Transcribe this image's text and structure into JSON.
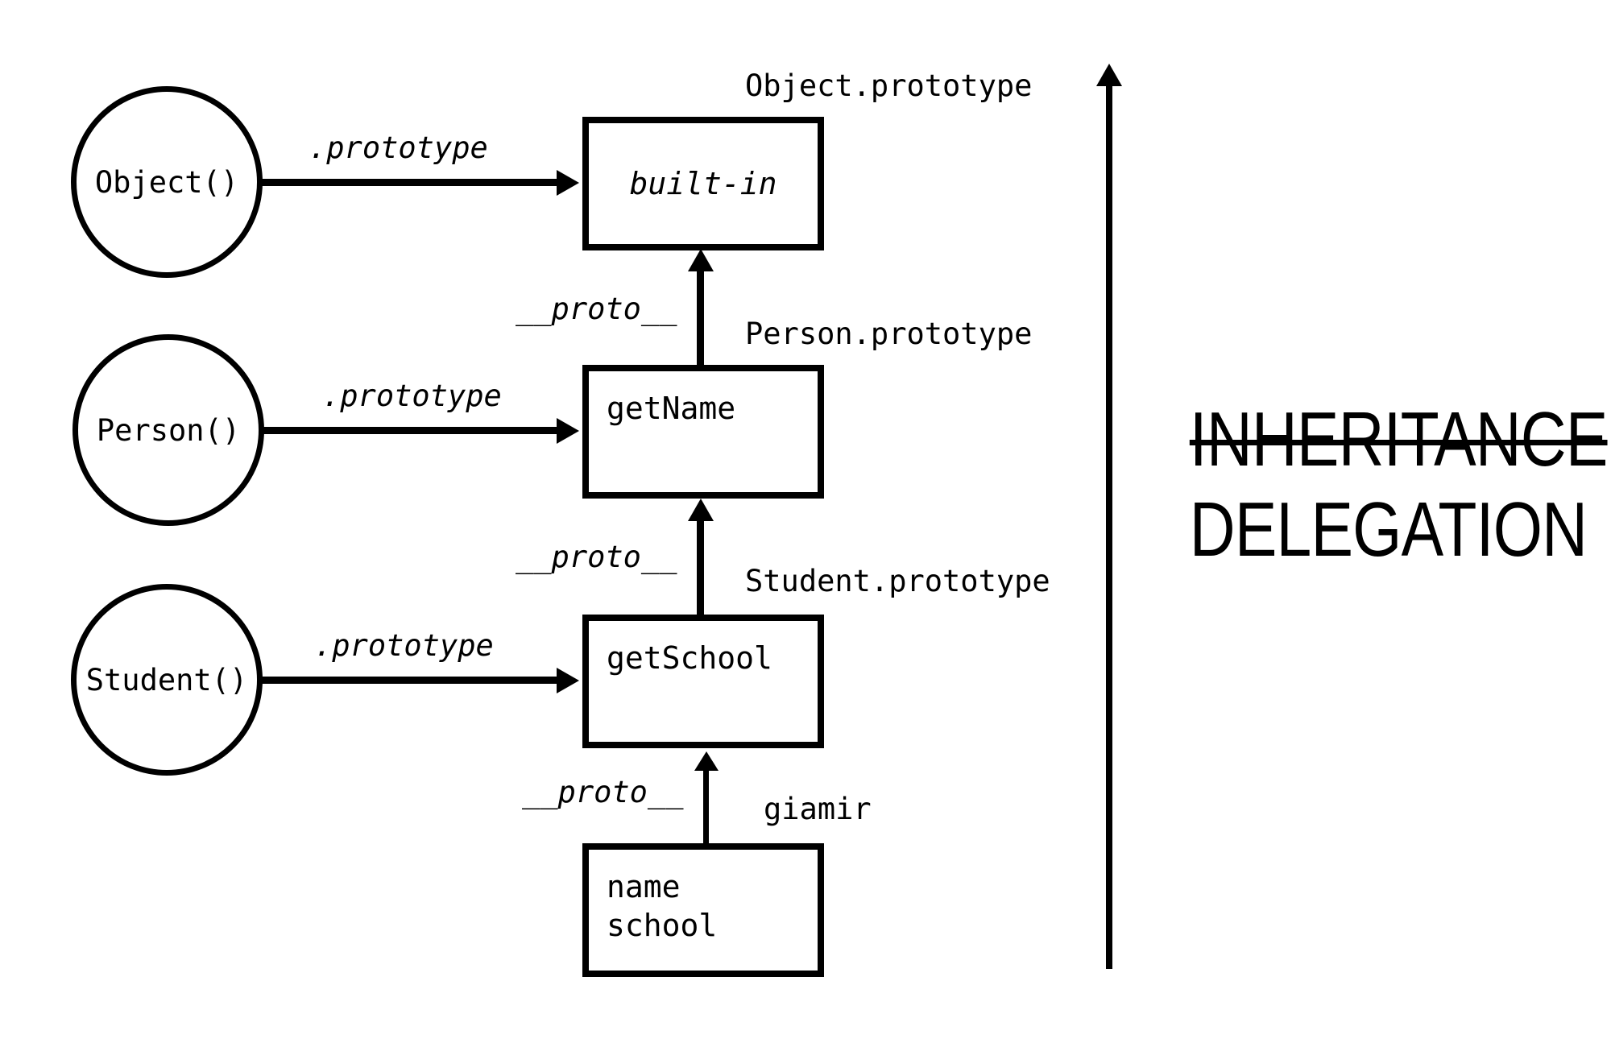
{
  "diagram": {
    "title": "JavaScript prototype chain delegation diagram",
    "background_color": "#ffffff",
    "stroke_color": "#000000"
  },
  "constructors": [
    {
      "id": "object-constructor",
      "label": "Object()"
    },
    {
      "id": "person-constructor",
      "label": "Person()"
    },
    {
      "id": "student-constructor",
      "label": "Student()"
    }
  ],
  "prototype_boxes": [
    {
      "id": "object-prototype-box",
      "caption": "Object.prototype",
      "lines": "built-in",
      "style": "italic-centered"
    },
    {
      "id": "person-prototype-box",
      "caption": "Person.prototype",
      "lines": "getName",
      "style": "plain-topleft"
    },
    {
      "id": "student-prototype-box",
      "caption": "Student.prototype",
      "lines": "getSchool",
      "style": "plain-topleft"
    },
    {
      "id": "instance-box",
      "caption": "giamir",
      "lines": "name\nschool",
      "style": "plain-topleft"
    }
  ],
  "edge_labels": {
    "prototype_object": ".prototype",
    "prototype_person": ".prototype",
    "prototype_student": ".prototype",
    "proto_person_to_object": "__proto__",
    "proto_student_to_person": "__proto__",
    "proto_instance_to_student": "__proto__"
  },
  "annotation": {
    "struck_word": "INHERITANCE",
    "replacement_word": "DELEGATION",
    "direction_arrow": "up-arrow"
  }
}
